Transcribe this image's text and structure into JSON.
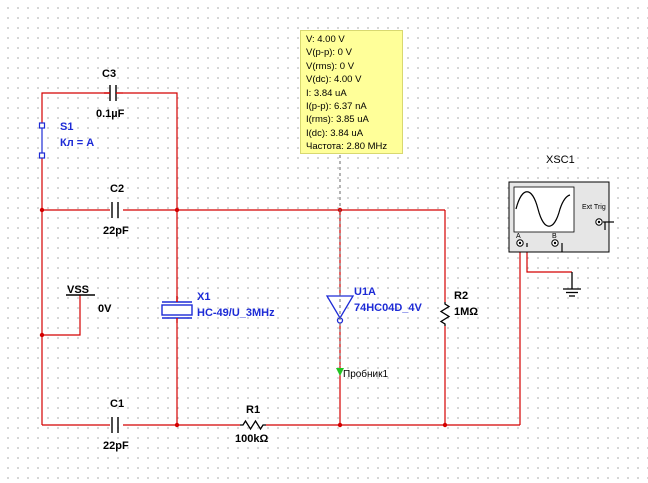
{
  "probe_readout": [
    "V: 4.00 V",
    "V(p-p): 0 V",
    "V(rms): 0 V",
    "V(dc): 4.00 V",
    "I: 3.84 uA",
    "I(p-p): 6.37 nA",
    "I(rms): 3.85 uA",
    "I(dc): 3.84 uA",
    "Частота: 2.80 MHz"
  ],
  "components": {
    "c3": {
      "ref": "C3",
      "value": "0.1µF"
    },
    "c2": {
      "ref": "C2",
      "value": "22pF"
    },
    "c1": {
      "ref": "C1",
      "value": "22pF"
    },
    "s1": {
      "ref": "S1",
      "key": "Кл = A"
    },
    "vss": {
      "ref": "VSS",
      "value": "0V"
    },
    "x1": {
      "ref": "X1",
      "value": "HC-49/U_3MHz"
    },
    "u1a": {
      "ref": "U1A",
      "value": "74HC04D_4V"
    },
    "r2": {
      "ref": "R2",
      "value": "1MΩ"
    },
    "r1": {
      "ref": "R1",
      "value": "100kΩ"
    },
    "probe": {
      "label": "Пробник1"
    },
    "xsc1": {
      "ref": "XSC1",
      "ext_trig": "Ext Trig",
      "channel_a": "A",
      "channel_b": "B"
    }
  },
  "colors": {
    "wire": "#d40000",
    "component": "#1d2bd6",
    "probe_bg": "#ffff99"
  }
}
